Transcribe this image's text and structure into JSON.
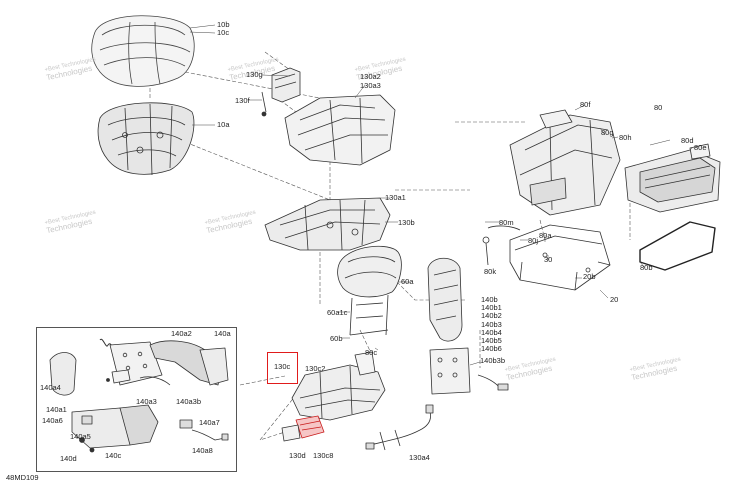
{
  "diagram_code": "48MD109",
  "highlight_color": "#e01b1b",
  "highlighted_label": "130c",
  "watermark": {
    "line1": "+Best Technologies",
    "line2": "Technologies"
  },
  "labels": {
    "p10b": "10b",
    "p10c": "10c",
    "p10a": "10a",
    "p130g": "130g",
    "p130f": "130f",
    "p130a2": "130a2",
    "p130a3": "130a3",
    "p130a1": "130a1",
    "p130b": "130b",
    "p80f": "80f",
    "p80": "80",
    "p80g": "80g",
    "p80h": "80h",
    "p80d": "80d",
    "p80e": "80e",
    "p80m": "80m",
    "p80j": "80j",
    "p80a": "80a",
    "p80k": "80k",
    "p30": "30",
    "p20b": "20b",
    "p80b": "80b",
    "p20": "20",
    "p60a": "60a",
    "p60a1c": "60a1c",
    "p60b": "60b",
    "p80c": "80c",
    "p130c": "130c",
    "p130c2": "130c2",
    "p130d": "130d",
    "p130c8": "130c8",
    "p130a4": "130a4",
    "p140b3b": "140b3b",
    "p140a2": "140a2",
    "p140a": "140a",
    "p140a4": "140a4",
    "p140a3": "140a3",
    "p140a3b": "140a3b",
    "p140a1": "140a1",
    "p140a6": "140a6",
    "p140a5": "140a5",
    "p140a7": "140a7",
    "p140a8": "140a8",
    "p140d": "140d",
    "p140c": "140c"
  },
  "stack_140b": [
    "140b",
    "140b1",
    "140b2",
    "140b3",
    "140b4",
    "140b5",
    "140b6"
  ]
}
